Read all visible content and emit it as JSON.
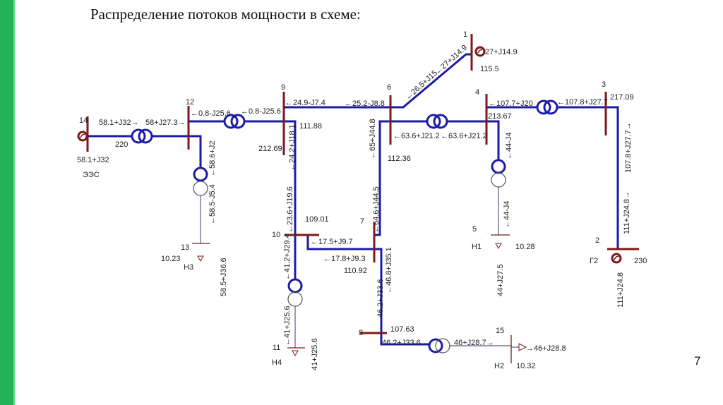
{
  "title": "Распределение потоков мощности в схеме:",
  "page_number": "7",
  "colors": {
    "accent": "#22b35a",
    "line": "#1c1ca8",
    "bus": "#7a1a1a"
  },
  "nodes": {
    "n1": {
      "id": "1",
      "voltage": "115.5",
      "gen": "27+J14.9"
    },
    "n2": {
      "id": "2",
      "voltage": "230",
      "name": "Г2",
      "gen": "111+J24.8"
    },
    "n3": {
      "id": "3",
      "voltage": "217.09"
    },
    "n4": {
      "id": "4",
      "voltage": "213.67"
    },
    "n5": {
      "id": "5",
      "voltage": "10.28",
      "name": "Н1",
      "load": "44+J27.5"
    },
    "n6": {
      "id": "6",
      "voltage": "112.36"
    },
    "n7": {
      "id": "7",
      "voltage": "110.92"
    },
    "n8": {
      "id": "8",
      "voltage": "107.63"
    },
    "n9": {
      "id": "9",
      "voltage": "111.88"
    },
    "n10": {
      "id": "10",
      "voltage": "109.01"
    },
    "n11": {
      "id": "11",
      "name": "Н4",
      "load": "41+J25.6"
    },
    "n12": {
      "id": "12",
      "voltage": "212.69"
    },
    "n13": {
      "id": "13",
      "voltage": "10.23",
      "name": "Н3",
      "load": "58.5+J36.6"
    },
    "n14": {
      "id": "14",
      "voltage": "220",
      "name": "ЭЭС",
      "gen": "58.1+J32"
    },
    "n15": {
      "id": "15",
      "voltage": "10.32",
      "name": "Н2",
      "load": "→46+J28.8"
    }
  },
  "flows": {
    "f14_a": "58.1+J32→",
    "f14_b": "58+J27.3→",
    "f12_9a": "←0.8-J25.6",
    "f12_9b": "←0.8-J25.6",
    "f12_13a": "←58.6+J2",
    "f12_13b": "←58.5-J5.4",
    "f9_6": "←24.9-J7.4",
    "f6_9": "←25.2-J8.8",
    "f6_1a": "←26.5+J15",
    "f6_1b": "←27+J14.9",
    "f9_10a": "←24.2+J18.1",
    "f9_10b": "←23.6+J19.6",
    "f10_7a": "←17.5+J9.7",
    "f10_7b": "←17.8+J9.3",
    "f10_11a": "←41.2+J29.4",
    "f10_11b": "←41+J25.6",
    "f6_7a": "←65+J44.8",
    "f6_7b": "←64.6+J44.5",
    "f6_4a": "←63.6+J21.2",
    "f6_4b": "←63.6+J21.2",
    "f4_3a": "←107.7+J20",
    "f4_3b": "←107.8+J27.7",
    "f4_5a": "←44-J4",
    "f4_5b": "←44-J4",
    "f3_2a": "107.8+J27.7→",
    "f3_2b": "111+J24.8→",
    "f7_8a": "←46.8+J35.1",
    "f7_8b": "←46.2+J33.6",
    "f8_15a": "46.2+J33.6→",
    "f8_15b": "46+J28.7→"
  }
}
